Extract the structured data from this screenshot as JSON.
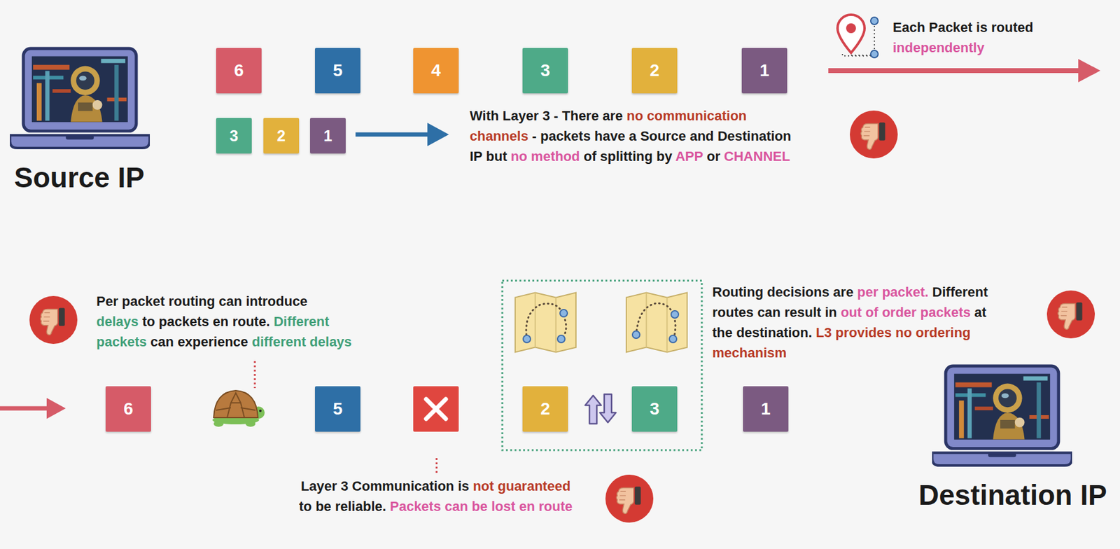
{
  "diagram": {
    "nodes": [
      {
        "text": [
          "6"
        ]
      },
      {
        "text": [
          "5"
        ]
      },
      {
        "text": [
          "4"
        ]
      },
      {
        "text": [
          "3"
        ]
      },
      {
        "text": [
          "2"
        ]
      },
      {
        "text": [
          "1"
        ]
      },
      {
        "text": [
          "3"
        ]
      },
      {
        "text": [
          "2"
        ]
      },
      {
        "text": [
          "1"
        ]
      },
      {
        "text": [
          "6"
        ]
      },
      {
        "text": [
          "5"
        ]
      },
      {
        "text": [
          "2"
        ]
      },
      {
        "text": [
          "3"
        ]
      },
      {
        "text": [
          "1"
        ]
      }
    ],
    "labels": [
      "Source IP",
      "Each Packet is routed independently",
      "With Layer 3 - There are no communication channels - packets have a Source and Destination IP but no method of splitting by APP or CHANNEL",
      "Per packet routing can introduce delays to packets en route. Different packets can experience different delays",
      "Routing decisions are per packet. Different routes can result in out of order packets at the destination. L3 provides no ordering mechanism",
      "Layer 3 Communication is not guaranteed to be reliable. Packets can be lost en route",
      "Destination IP"
    ]
  }
}
